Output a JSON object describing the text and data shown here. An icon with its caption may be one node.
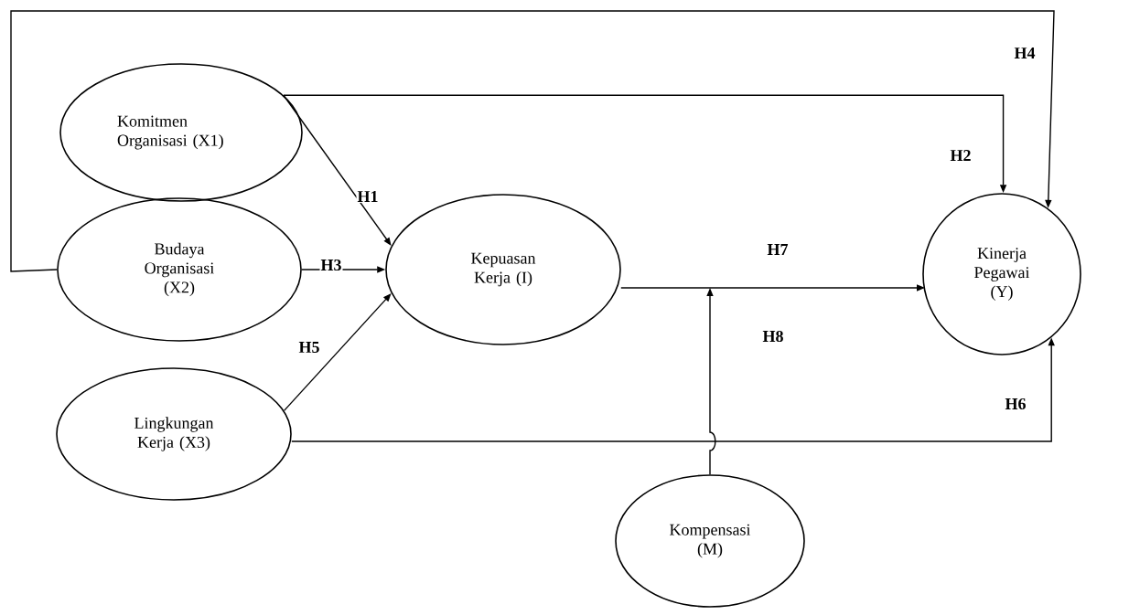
{
  "diagram": {
    "nodes": [
      {
        "text": [
          "Komitmen Organisasi (X1)"
        ]
      },
      {
        "text": [
          "Budaya Organisasi (X2)"
        ]
      },
      {
        "text": [
          "Lingkungan Kerja (X3)"
        ]
      },
      {
        "text": [
          "Kepuasan Kerja (I)"
        ]
      },
      {
        "text": [
          "Kinerja Pegawai (Y)"
        ]
      },
      {
        "text": [
          "Kompensasi (M)"
        ]
      }
    ],
    "edges": [
      {
        "from": 0,
        "to": 3,
        "arrow": "to",
        "label": "H1"
      },
      {
        "from": 0,
        "to": 4,
        "arrow": "to",
        "label": "H2"
      },
      {
        "from": 1,
        "to": 3,
        "arrow": "to",
        "label": "H3"
      },
      {
        "from": 1,
        "to": 4,
        "arrow": "to",
        "label": "H4"
      },
      {
        "from": 2,
        "to": 3,
        "arrow": "to",
        "label": "H5"
      },
      {
        "from": 2,
        "to": 4,
        "arrow": "to",
        "label": "H6"
      },
      {
        "from": 3,
        "to": 4,
        "arrow": "to",
        "label": "H7"
      },
      {
        "from": 5,
        "to": null,
        "arrow": "to",
        "label": "H8"
      }
    ]
  }
}
